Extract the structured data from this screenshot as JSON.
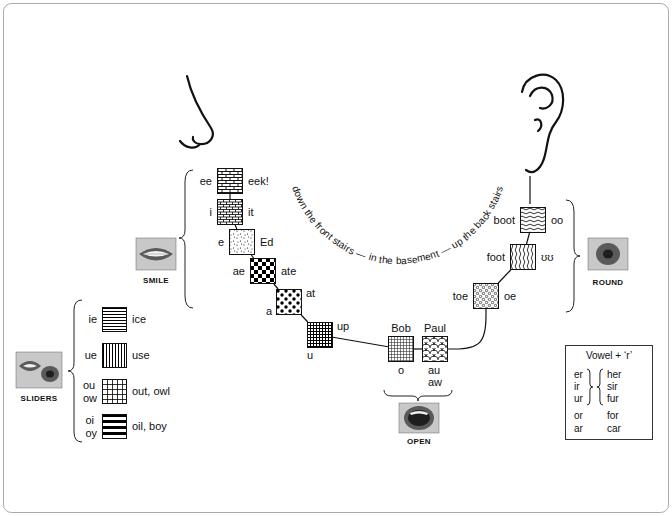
{
  "diagram": {
    "nodes": [
      {
        "text": [
          "ee",
          "eek!"
        ]
      },
      {
        "text": [
          "i",
          "it"
        ]
      },
      {
        "text": [
          "e",
          "Ed"
        ]
      },
      {
        "text": [
          "ae",
          "ate"
        ]
      },
      {
        "text": [
          "a",
          "at"
        ]
      },
      {
        "text": [
          "u",
          "up"
        ]
      },
      {
        "text": [
          "o",
          "Bob"
        ]
      },
      {
        "text": [
          "au aw",
          "Paul"
        ]
      },
      {
        "text": [
          "toe",
          "oe"
        ]
      },
      {
        "text": [
          "foot",
          "ʊʊ"
        ]
      },
      {
        "text": [
          "boot",
          "oo"
        ]
      },
      {
        "text": [
          "ie",
          "ice"
        ]
      },
      {
        "text": [
          "ue",
          "use"
        ]
      },
      {
        "text": [
          "ou ow",
          "out, owl"
        ]
      },
      {
        "text": [
          "oi oy",
          "oil, boy"
        ]
      },
      {
        "text": [
          "Vowel + ‘r’",
          "er ir ur",
          "her sir fur",
          "or",
          "for",
          "ar",
          "car"
        ]
      }
    ],
    "edges": [
      {
        "from": 0,
        "to": 1,
        "arrow": "none"
      },
      {
        "from": 1,
        "to": 2,
        "arrow": "none"
      },
      {
        "from": 2,
        "to": 3,
        "arrow": "none"
      },
      {
        "from": 3,
        "to": 4,
        "arrow": "none"
      },
      {
        "from": 4,
        "to": 5,
        "arrow": "none"
      },
      {
        "from": 5,
        "to": 6,
        "arrow": "none"
      },
      {
        "from": 6,
        "to": 7,
        "arrow": "none"
      },
      {
        "from": 7,
        "to": 8,
        "arrow": "none"
      },
      {
        "from": 8,
        "to": 9,
        "arrow": "none"
      },
      {
        "from": 9,
        "to": 10,
        "arrow": "none"
      }
    ],
    "labels": [
      "SMILE",
      "down the front stairs — in the basement — up the back stairs",
      "ROUND",
      "SLIDERS",
      "OPEN"
    ]
  }
}
